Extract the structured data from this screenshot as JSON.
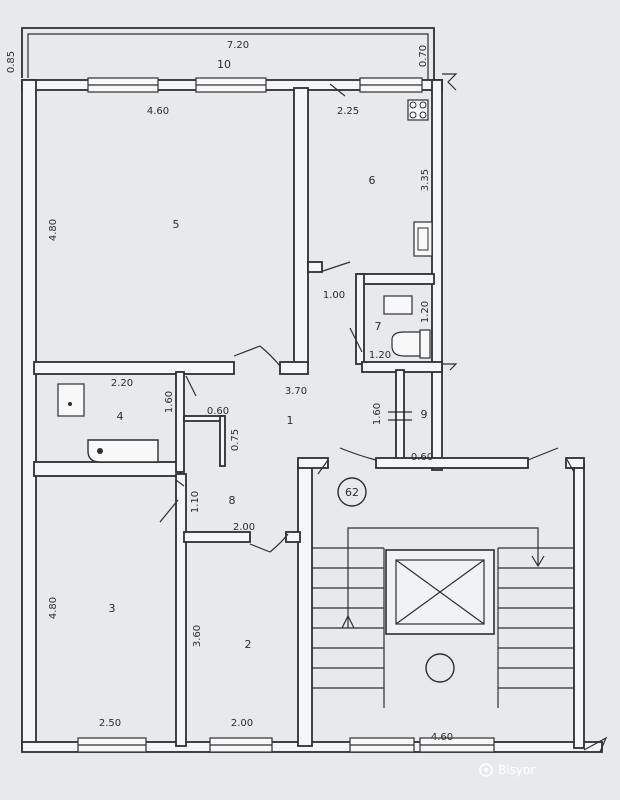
{
  "plan": {
    "dimensions": {
      "top_width": "7.20",
      "left_offset": "0.85",
      "right_offset": "0.70",
      "room5_width": "4.60",
      "room5_height": "4.80",
      "room6_width": "2.25",
      "room6_height": "3.35",
      "door_width": "1.00",
      "bath_wc_width": "1.20",
      "bath_wc_height": "1.20",
      "corridor_width": "3.70",
      "bath_width": "2.20",
      "bath_height": "1.60",
      "closet_width": "0.60",
      "closet_height": "0.75",
      "closet9_length": "1.60",
      "closet9_width": "0.60",
      "hall_height": "1.10",
      "hall_width": "2.00",
      "room3_height": "4.80",
      "room3_width": "2.50",
      "room2_height": "3.60",
      "room2_width": "2.00",
      "stair_width": "4.60"
    },
    "rooms": {
      "r1": "1",
      "r2": "2",
      "r3": "3",
      "r4": "4",
      "r5": "5",
      "r6": "6",
      "r7": "7",
      "r8": "8",
      "r9": "9",
      "r10": "10"
    },
    "apartment_number": "62"
  },
  "watermark": "Bisyor"
}
